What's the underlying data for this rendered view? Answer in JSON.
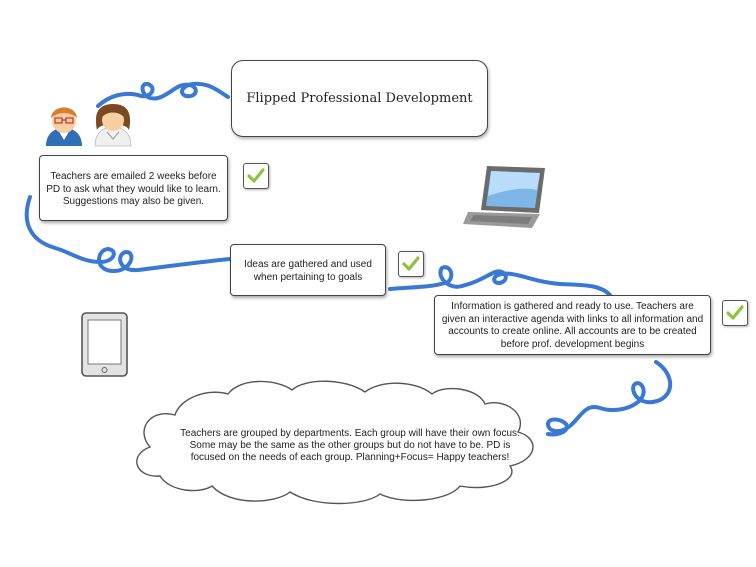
{
  "title": "Flipped Professional Development",
  "steps": [
    "Teachers are emailed 2 weeks before PD to ask what they would like to learn. Suggestions may also be given.",
    "Ideas are gathered and used when pertaining to goals",
    "Information is gathered and ready to use. Teachers are given an interactive agenda with links to all information and accounts to create online. All accounts are to be created before prof. development begins"
  ],
  "cloud": "Teachers are grouped by departments. Each group will have their own focus. Some may be the same as the other groups but do not have to be. PD is focused on the needs of each group. Planning+Focus= Happy teachers!",
  "icons": [
    "teacher-man-icon",
    "teacher-woman-icon",
    "laptop-icon",
    "tablet-icon",
    "checkmark-icon"
  ],
  "colors": {
    "connector": "#3a78d6",
    "check": "#8cc43c"
  }
}
